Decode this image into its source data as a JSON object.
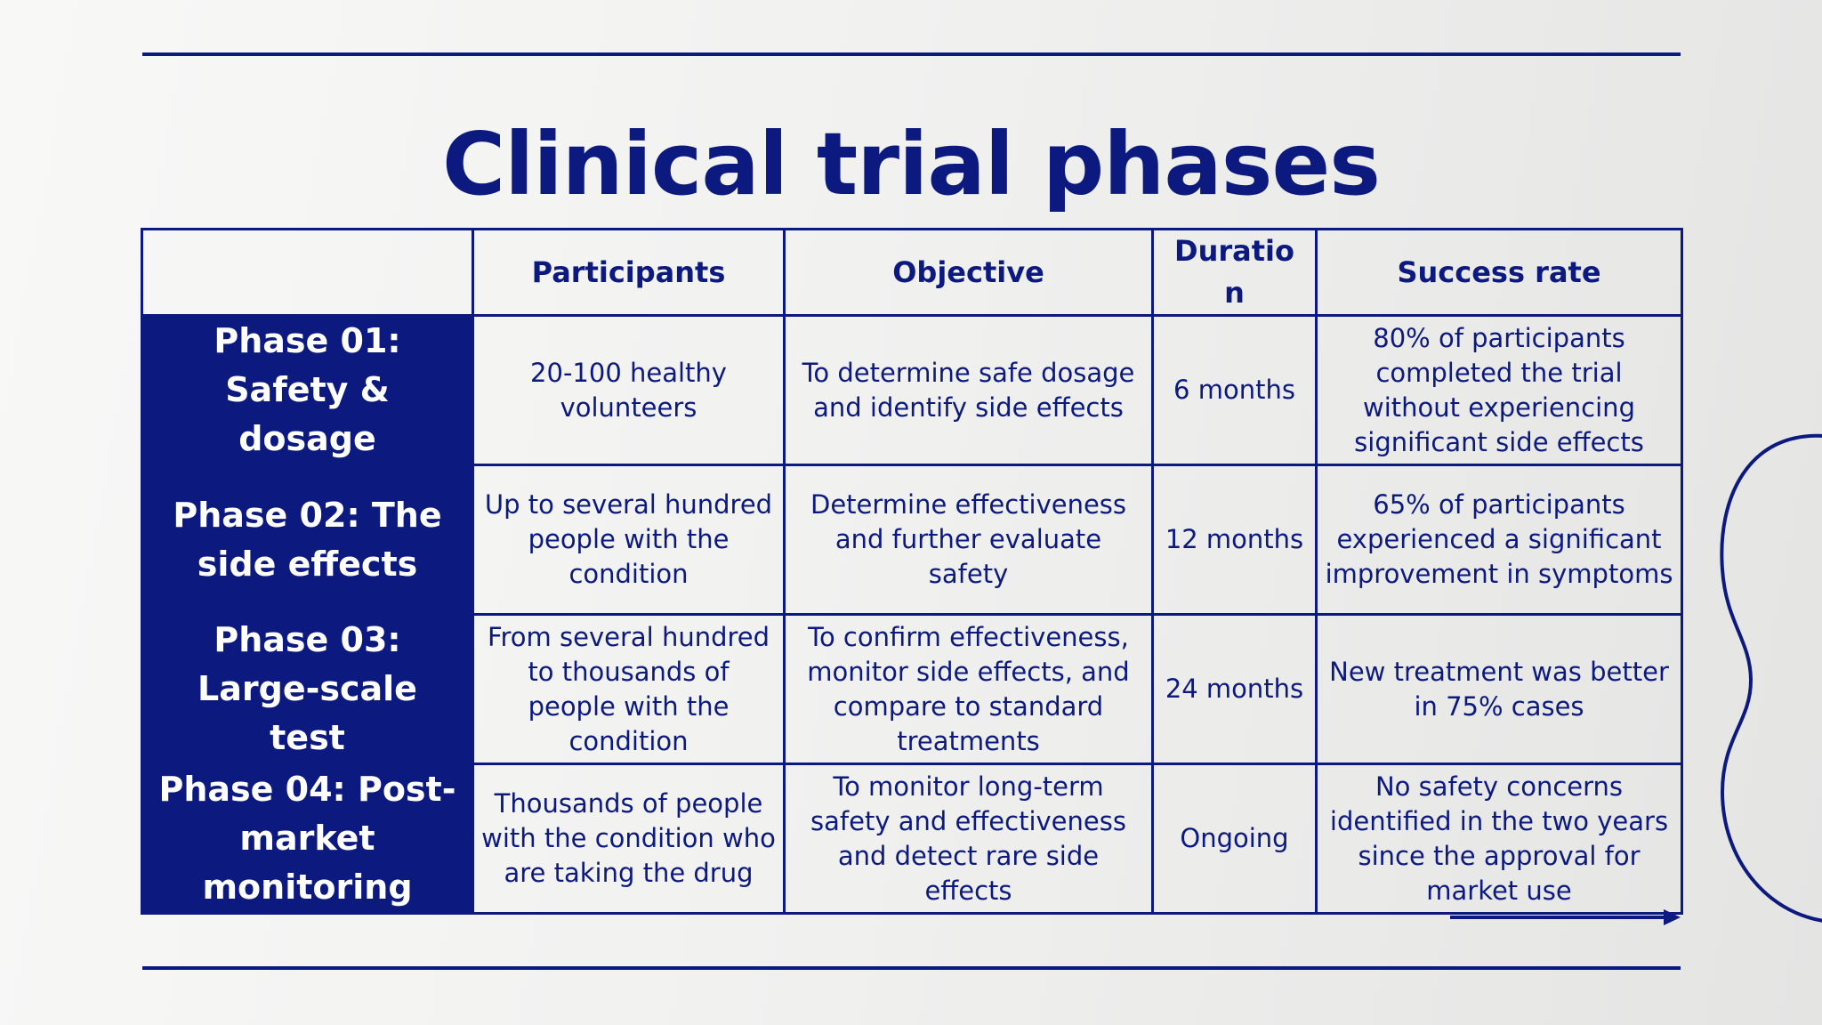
{
  "slide": {
    "title": "Clinical trial phases"
  },
  "table": {
    "headers": [
      "",
      "Participants",
      "Objective",
      "Duratio n",
      "Success rate"
    ],
    "rows": [
      {
        "phase": "Phase 01: Safety & dosage",
        "participants": "20-100 healthy volunteers",
        "objective": "To determine safe dosage and identify side effects",
        "duration": "6 months",
        "success_rate": "80% of participants completed the trial without experiencing significant side effects"
      },
      {
        "phase": "Phase 02: The side effects",
        "participants": "Up to several hundred people with the condition",
        "objective": "Determine effectiveness and further evaluate safety",
        "duration": "12 months",
        "success_rate": "65% of participants experienced a significant improvement in symptoms"
      },
      {
        "phase": "Phase 03: Large-scale test",
        "participants": "From several hundred to thousands of people with the condition",
        "objective": "To confirm effectiveness, monitor side effects, and compare to standard treatments",
        "duration": "24 months",
        "success_rate": "New treatment was better in 75% cases"
      },
      {
        "phase": "Phase 04: Post-market monitoring",
        "participants": "Thousands of people with the condition who are taking the drug",
        "objective": "To monitor long-term safety and effectiveness and detect rare side effects",
        "duration": "Ongoing",
        "success_rate": "No safety concerns identified in the two years since the approval for market use"
      }
    ]
  },
  "colors": {
    "accent": "#0c1a80",
    "phase_text": "#ffffff",
    "background": "#f1f1f0"
  },
  "icons": {
    "arrow": "right-arrow-icon",
    "wave": "curved-line-decoration"
  }
}
